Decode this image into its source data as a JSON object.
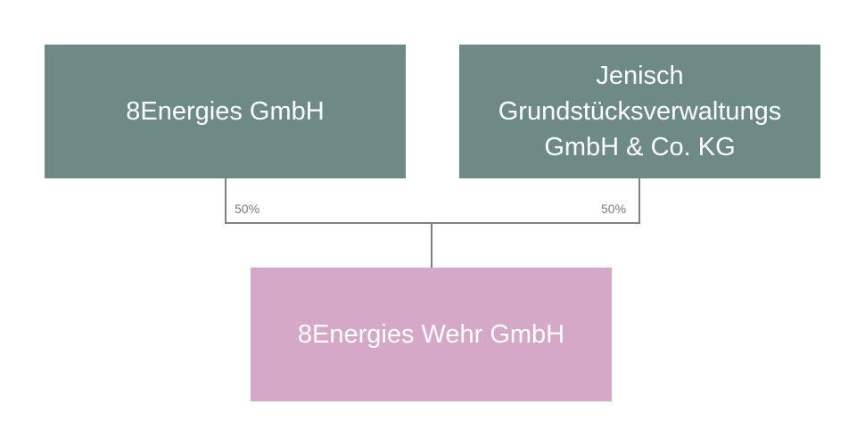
{
  "shareholders": [
    {
      "name": "8Energies GmbH",
      "share": "50%"
    },
    {
      "name": "Jenisch Grundstücksverwaltungs GmbH & Co. KG",
      "share": "50%"
    }
  ],
  "subsidiary": {
    "name": "8Energies Wehr GmbH"
  },
  "colors": {
    "shareholder_box": "#6d8a86",
    "subsidiary_box": "#d5a8c7",
    "connector": "#808080",
    "box_text": "#ffffff",
    "percent_text": "#7a7a7a"
  }
}
